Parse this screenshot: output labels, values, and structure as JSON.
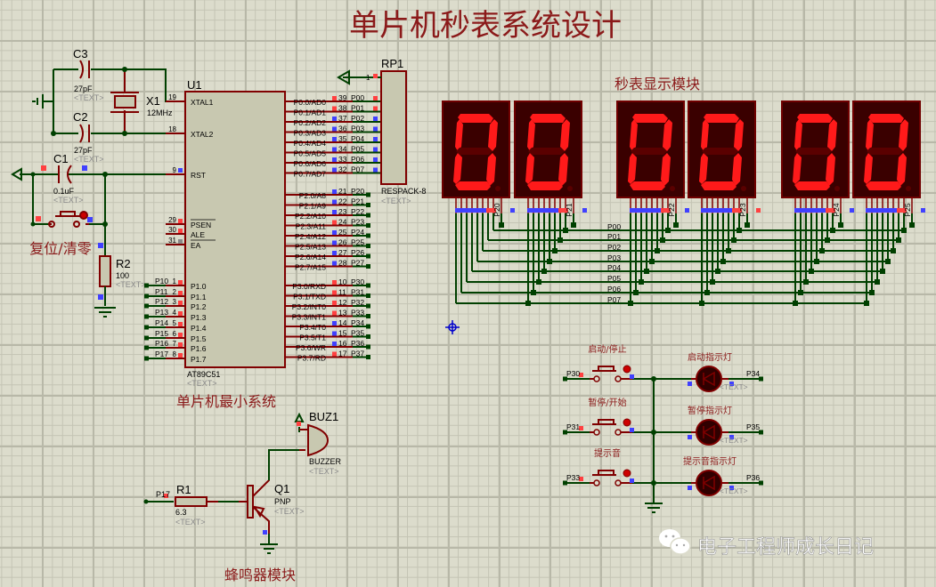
{
  "title": "单片机秒表系统设计",
  "sections": {
    "display_module": "秒表显示模块",
    "mcu_min_system": "单片机最小系统",
    "buzzer_module": "蜂鸣器模块",
    "reset_label": "复位/清零"
  },
  "watermark": {
    "icon": "wechat-icon",
    "text": "电子工程师成长日记"
  },
  "colors": {
    "wire": "#004000",
    "component": "#800000",
    "body": "#c8c8b0",
    "label_red": "#8b1a1a",
    "segment_on": "#ff1a1a",
    "segment_off": "#5a0000",
    "display_bg": "#3a0000",
    "pin_red": "#ff4040",
    "pin_blue": "#4040ff",
    "grid_bg": "#dcdccc"
  },
  "placeholder_text": "<TEXT>",
  "components": {
    "C3": {
      "ref": "C3",
      "value": "27pF"
    },
    "C2": {
      "ref": "C2",
      "value": "27pF"
    },
    "C1": {
      "ref": "C1",
      "value": "0.1uF"
    },
    "X1": {
      "ref": "X1",
      "value": "12MHz"
    },
    "R2": {
      "ref": "R2",
      "value": "100"
    },
    "R1": {
      "ref": "R1",
      "value": "6.3"
    },
    "Q1": {
      "ref": "Q1",
      "value": "PNP"
    },
    "BUZ1": {
      "ref": "BUZ1",
      "value": "BUZZER"
    },
    "RP1": {
      "ref": "RP1",
      "value": "RESPACK-8",
      "pin1": "1"
    },
    "U1": {
      "ref": "U1",
      "value": "AT89C51"
    }
  },
  "u1_left_pins": [
    {
      "num": "19",
      "name": "XTAL1",
      "net": ""
    },
    {
      "num": "18",
      "name": "XTAL2",
      "net": ""
    },
    {
      "num": "9",
      "name": "RST",
      "net": ""
    },
    {
      "num": "29",
      "name": "PSEN",
      "net": ""
    },
    {
      "num": "30",
      "name": "ALE",
      "net": ""
    },
    {
      "num": "31",
      "name": "EA",
      "net": ""
    },
    {
      "num": "1",
      "name": "P1.0",
      "net": "P10"
    },
    {
      "num": "2",
      "name": "P1.1",
      "net": "P11"
    },
    {
      "num": "3",
      "name": "P1.2",
      "net": "P12"
    },
    {
      "num": "4",
      "name": "P1.3",
      "net": "P13"
    },
    {
      "num": "5",
      "name": "P1.4",
      "net": "P14"
    },
    {
      "num": "6",
      "name": "P1.5",
      "net": "P15"
    },
    {
      "num": "7",
      "name": "P1.6",
      "net": "P16"
    },
    {
      "num": "8",
      "name": "P1.7",
      "net": "P17"
    }
  ],
  "u1_right_pins": [
    {
      "num": "39",
      "name": "P0.0/AD0",
      "net": "P00"
    },
    {
      "num": "38",
      "name": "P0.1/AD1",
      "net": "P01"
    },
    {
      "num": "37",
      "name": "P0.2/AD2",
      "net": "P02"
    },
    {
      "num": "36",
      "name": "P0.3/AD3",
      "net": "P03"
    },
    {
      "num": "35",
      "name": "P0.4/AD4",
      "net": "P04"
    },
    {
      "num": "34",
      "name": "P0.5/AD5",
      "net": "P05"
    },
    {
      "num": "33",
      "name": "P0.6/AD6",
      "net": "P06"
    },
    {
      "num": "32",
      "name": "P0.7/AD7",
      "net": "P07"
    },
    {
      "num": "21",
      "name": "P2.0/A8",
      "net": "P20"
    },
    {
      "num": "22",
      "name": "P2.1/A9",
      "net": "P21"
    },
    {
      "num": "23",
      "name": "P2.2/A10",
      "net": "P22"
    },
    {
      "num": "24",
      "name": "P2.3/A11",
      "net": "P23"
    },
    {
      "num": "25",
      "name": "P2.4/A12",
      "net": "P24"
    },
    {
      "num": "26",
      "name": "P2.5/A13",
      "net": "P25"
    },
    {
      "num": "27",
      "name": "P2.6/A14",
      "net": "P26"
    },
    {
      "num": "28",
      "name": "P2.7/A15",
      "net": "P27"
    },
    {
      "num": "10",
      "name": "P3.0/RXD",
      "net": "P30"
    },
    {
      "num": "11",
      "name": "P3.1/TXD",
      "net": "P31"
    },
    {
      "num": "12",
      "name": "P3.2/INT0",
      "net": "P32"
    },
    {
      "num": "13",
      "name": "P3.3/INT1",
      "net": "P33"
    },
    {
      "num": "14",
      "name": "P3.4/T0",
      "net": "P34"
    },
    {
      "num": "15",
      "name": "P3.5/T1",
      "net": "P35"
    },
    {
      "num": "16",
      "name": "P3.6/WR",
      "net": "P36"
    },
    {
      "num": "17",
      "name": "P3.7/RD",
      "net": "P37"
    }
  ],
  "displays": [
    {
      "digit": "0",
      "common_net": "P20"
    },
    {
      "digit": "0",
      "common_net": "P21"
    },
    {
      "digit": "0",
      "common_net": "P22"
    },
    {
      "digit": "0",
      "common_net": "P23"
    },
    {
      "digit": "0",
      "common_net": "P24"
    },
    {
      "digit": "0",
      "common_net": "P25"
    }
  ],
  "bus_labels": [
    "P00",
    "P01",
    "P02",
    "P03",
    "P04",
    "P05",
    "P06",
    "P07"
  ],
  "buttons": [
    {
      "label": "启动/停止",
      "net": "P30"
    },
    {
      "label": "暂停/开始",
      "net": "P31"
    },
    {
      "label": "提示音",
      "net": "P33"
    }
  ],
  "leds": [
    {
      "label": "启动指示灯",
      "net": "P34"
    },
    {
      "label": "暂停指示灯",
      "net": "P35"
    },
    {
      "label": "提示音指示灯",
      "net": "P36"
    }
  ]
}
